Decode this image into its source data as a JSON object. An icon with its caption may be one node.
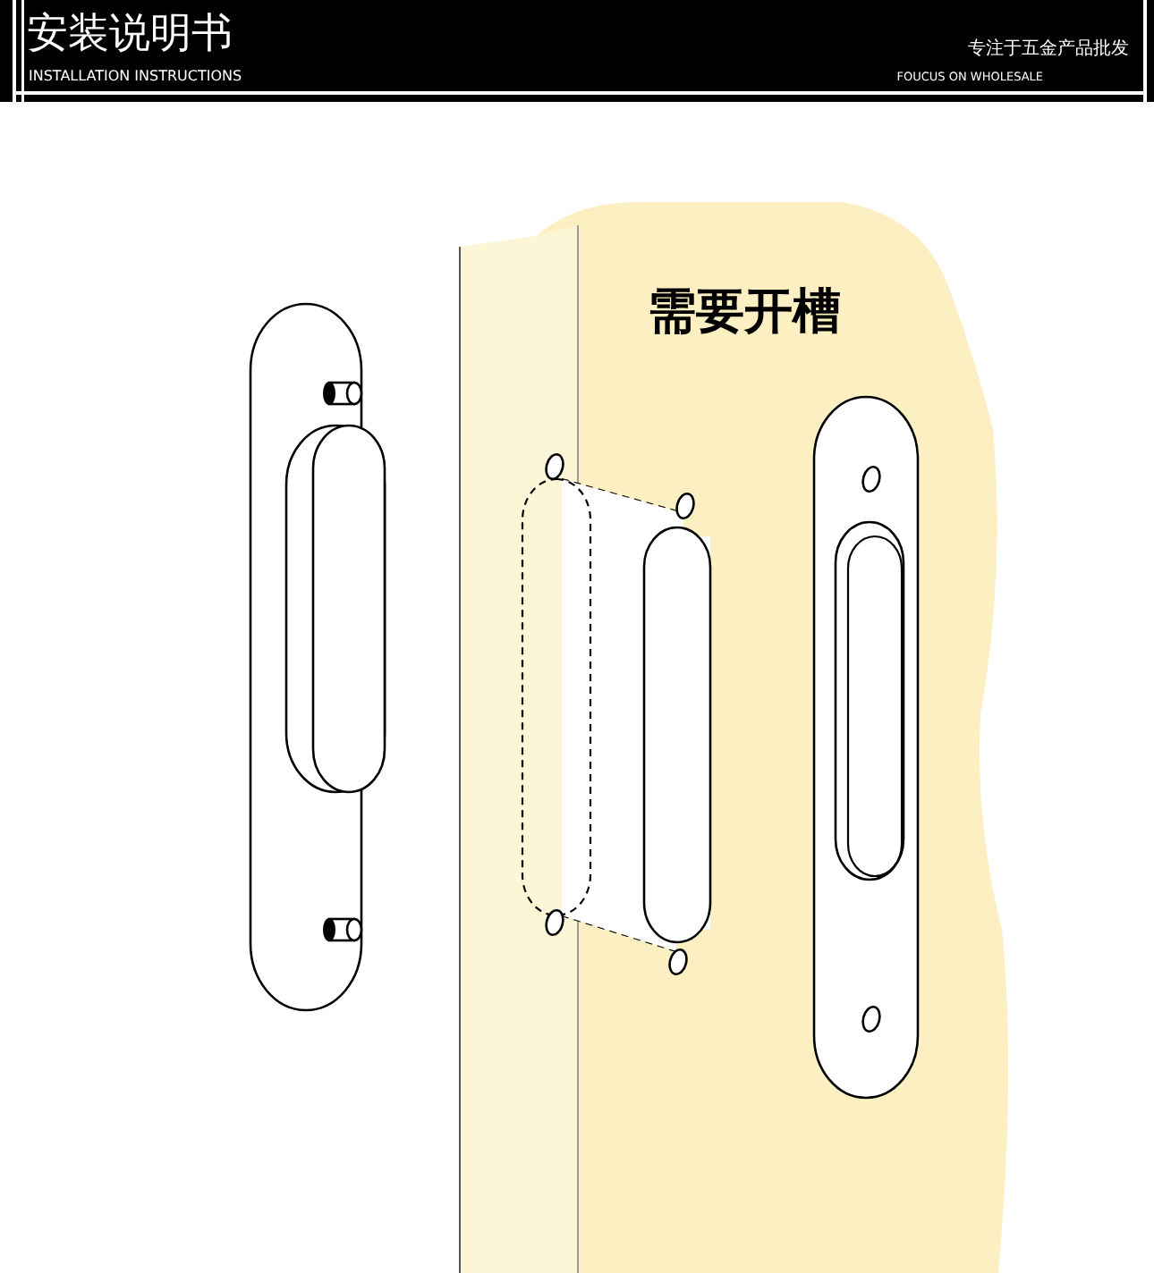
{
  "diagram": {
    "title": "安装说明书",
    "labels": [
      "INSTALLATION INSTRUCTIONS",
      "专注于五金产品批发",
      "FOUCUS ON WHOLESALE",
      "需要开槽"
    ]
  }
}
